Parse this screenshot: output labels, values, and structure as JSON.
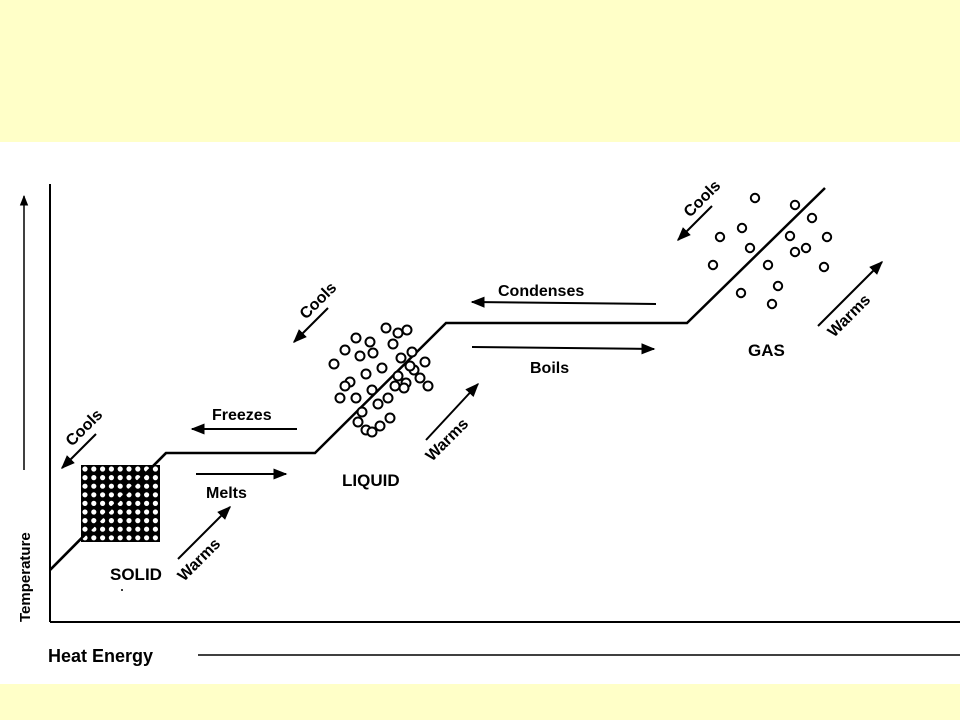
{
  "axes": {
    "y_label": "Temperature",
    "x_label": "Heat Energy"
  },
  "phases": {
    "solid": "SOLID",
    "liquid": "LIQUID",
    "gas": "GAS"
  },
  "processes": {
    "melts": "Melts",
    "freezes": "Freezes",
    "boils": "Boils",
    "condenses": "Condenses",
    "warms": "Warms",
    "cools": "Cools"
  },
  "colors": {
    "background": "#ffffc8",
    "panel": "#ffffff",
    "ink": "#000000"
  }
}
